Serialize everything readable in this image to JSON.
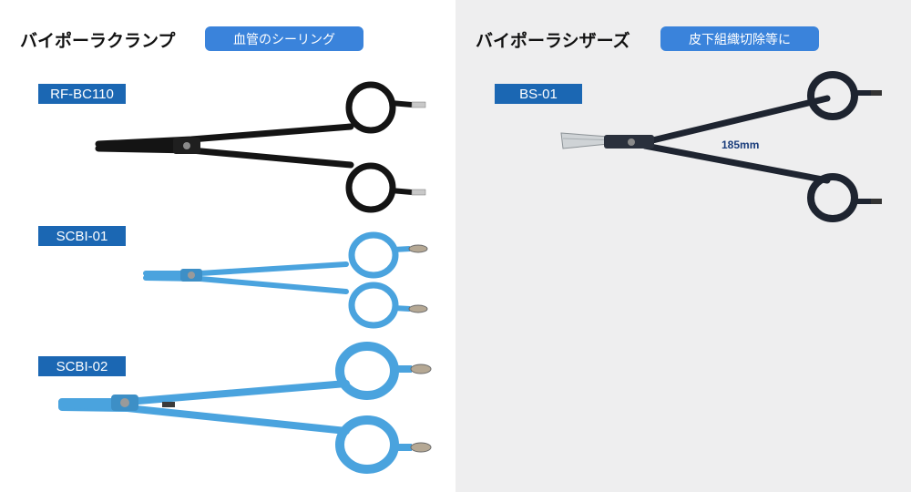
{
  "left": {
    "heading": "バイポーラクランプ",
    "pill": "血管のシーリング",
    "products": [
      {
        "code": "RF-BC110"
      },
      {
        "code": "SCBI-01"
      },
      {
        "code": "SCBI-02"
      }
    ]
  },
  "right": {
    "heading": "バイポーラシザーズ",
    "pill": "皮下組織切除等に",
    "products": [
      {
        "code": "BS-01",
        "length": "185mm"
      }
    ]
  },
  "colors": {
    "pill": "#3a83db",
    "tag": "#1b67b3",
    "black_instrument": "#141414",
    "blue_instrument": "#4aa3de",
    "right_bg": "#eeeeef"
  }
}
